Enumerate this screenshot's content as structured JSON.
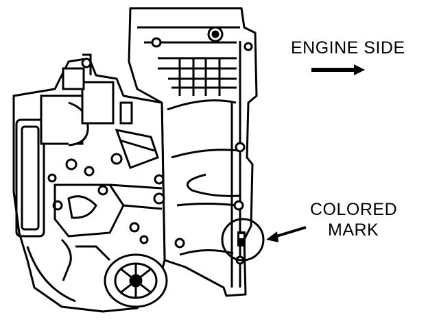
{
  "labels": {
    "engine_side": "ENGINE SIDE",
    "colored_mark_line1": "COLORED",
    "colored_mark_line2": "MARK"
  },
  "colors": {
    "ink": "#000000",
    "paper": "#ffffff"
  }
}
